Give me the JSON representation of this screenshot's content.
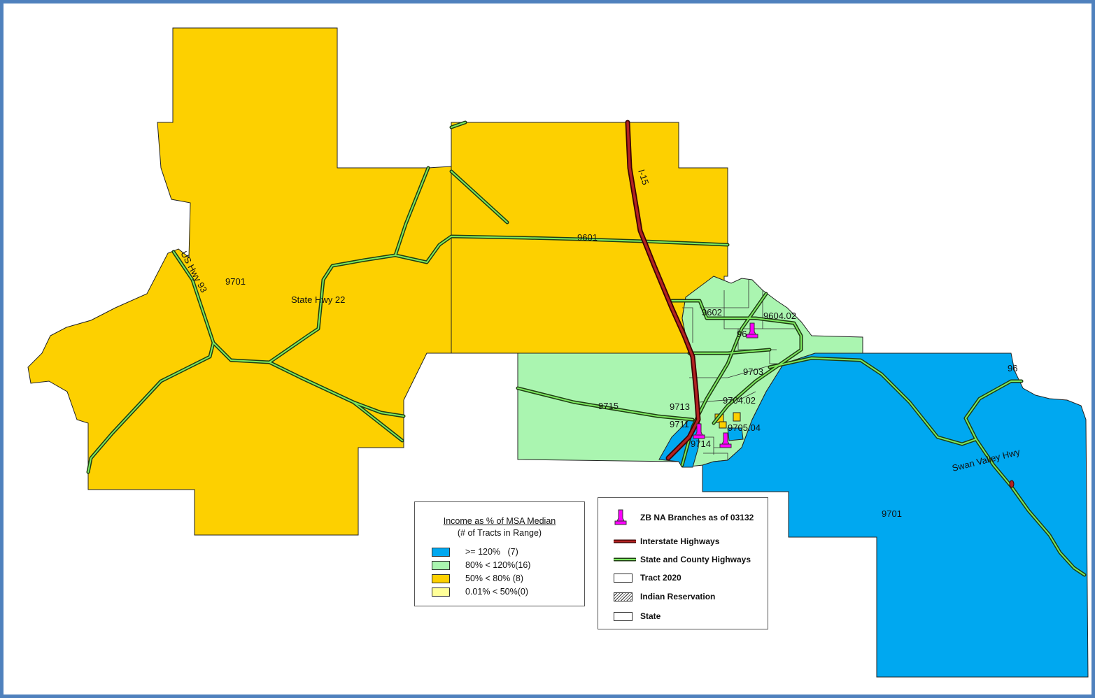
{
  "colors": {
    "high_120": "#00a8f0",
    "mid_80_120": "#aaf5b0",
    "mod_50_80": "#fdd000",
    "low_0_50": "#ffff99",
    "interstate": "#8b0000",
    "state_hwy": "#2e8b1e",
    "branch": "#ff00ff",
    "frame": "#4f81bd"
  },
  "tract_labels": [
    "9701",
    "9601",
    "9602",
    "9604.02",
    "96",
    "9703",
    "9713",
    "9704.02",
    "9715",
    "9711",
    "9705.04",
    "9714",
    "9701",
    "96"
  ],
  "road_labels": [
    "US Hwy 93",
    "State Hwy 22",
    "I-15",
    "Swan Valley Hwy"
  ],
  "income_legend": {
    "title": "Income as % of MSA Median",
    "subtitle": "(# of  Tracts in Range)",
    "items": [
      {
        "label": ">= 120%   (7)",
        "color": "#00a8f0"
      },
      {
        "label": "80% < 120%(16)",
        "color": "#aaf5b0"
      },
      {
        "label": "50% < 80% (8)",
        "color": "#fdd000"
      },
      {
        "label": "0.01% < 50%(0)",
        "color": "#ffff99"
      }
    ]
  },
  "symbol_legend": {
    "items": [
      {
        "label": "ZB NA Branches as of 03132",
        "icon": "branch-marker-icon"
      },
      {
        "label": "Interstate Highways",
        "icon": "interstate-line-icon"
      },
      {
        "label": "State and County Highways",
        "icon": "state-highway-line-icon"
      },
      {
        "label": "Tract 2020",
        "icon": "tract-box-icon"
      },
      {
        "label": "Indian Reservation",
        "icon": "hatch-box-icon"
      },
      {
        "label": "State",
        "icon": "state-box-icon"
      }
    ]
  }
}
